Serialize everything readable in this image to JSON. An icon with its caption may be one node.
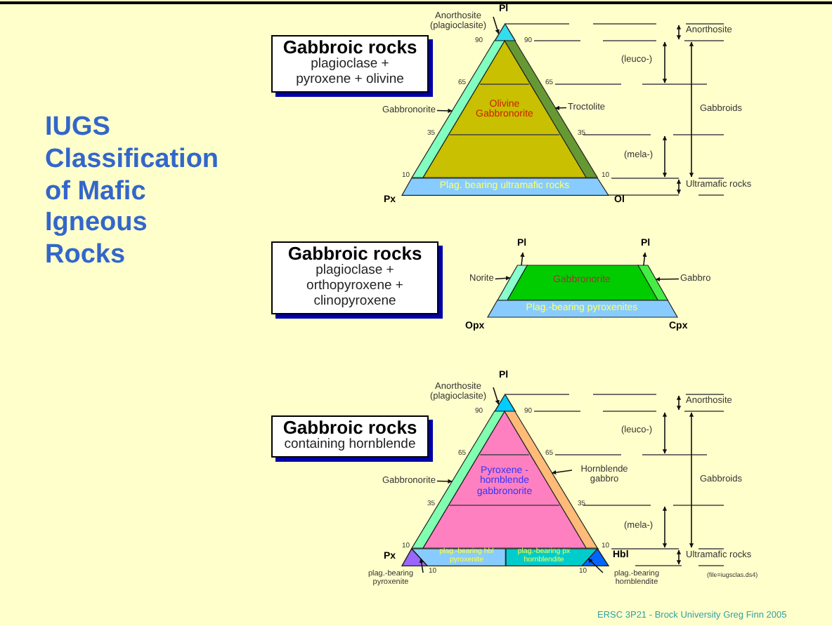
{
  "diagram": {
    "title": "IUGS Classification of Mafic Igneous Rocks",
    "nodes": [
      {
        "text": [
          "Gabbroic rocks",
          "plagioclase + pyroxene + olivine"
        ]
      },
      {
        "text": [],
        "shape": "triangle"
      },
      {
        "text": [],
        "shape": "band"
      },
      {
        "text": [
          "Olivine Gabbronorite"
        ]
      },
      {
        "text": [],
        "shape": "band"
      },
      {
        "text": [
          "Plag. bearing ultramafic rocks"
        ]
      },
      {
        "text": [
          "Anorthosite (plagioclasite)"
        ]
      },
      {
        "text": [
          "Gabbronorite"
        ]
      },
      {
        "text": [
          "Troctolite"
        ]
      },
      {
        "text": [
          "Gabbroic rocks",
          "plagioclase + orthopyroxene + clinopyroxene"
        ]
      },
      {
        "text": [],
        "shape": "band"
      },
      {
        "text": [
          "Gabbronorite"
        ]
      },
      {
        "text": [],
        "shape": "band"
      },
      {
        "text": [
          "Plag.-bearing pyroxenites"
        ]
      },
      {
        "text": [
          "Norite"
        ]
      },
      {
        "text": [
          "Gabbro"
        ]
      },
      {
        "text": [
          "Gabbroic rocks",
          "containing hornblende"
        ]
      },
      {
        "text": [],
        "shape": "triangle"
      },
      {
        "text": [],
        "shape": "band"
      },
      {
        "text": [
          "Pyroxene - hornblende gabbronorite"
        ]
      },
      {
        "text": [],
        "shape": "band"
      },
      {
        "text": [
          "plag.-bearing hbl pyroxenite"
        ]
      },
      {
        "text": [
          "plag.-bearing px hornblendite"
        ]
      },
      {
        "text": [],
        "shape": "triangle"
      },
      {
        "text": [],
        "shape": "triangle"
      },
      {
        "text": [
          "Anorthosite (plagioclasite)"
        ]
      },
      {
        "text": [
          "Gabbronorite"
        ]
      },
      {
        "text": [
          "Hornblende gabbro"
        ]
      },
      {
        "text": [
          "plag.-bearing pyroxenite"
        ]
      },
      {
        "text": [
          "plag.-bearing hornblendite"
        ]
      }
    ],
    "edges": [
      {
        "from": 6,
        "to": 1,
        "arrow": "to"
      },
      {
        "from": 7,
        "to": 2,
        "arrow": "to"
      },
      {
        "from": 8,
        "to": 4,
        "arrow": "to"
      },
      {
        "from": 14,
        "to": 10,
        "arrow": "to"
      },
      {
        "from": 15,
        "to": 12,
        "arrow": "to"
      },
      {
        "from": 25,
        "to": 17,
        "arrow": "to"
      },
      {
        "from": 26,
        "to": 18,
        "arrow": "to"
      },
      {
        "from": 27,
        "to": 20,
        "arrow": "to"
      },
      {
        "from": 28,
        "to": 23,
        "arrow": "to"
      },
      {
        "from": 29,
        "to": 24,
        "arrow": "to"
      }
    ],
    "labels": [
      "Pl",
      "90",
      "90",
      "65",
      "65",
      "35",
      "35",
      "10",
      "10",
      "Anorthosite",
      "(leuco-)",
      "Gabbroids",
      "(mela-)",
      "Ultramafic rocks",
      "Px",
      "Ol",
      "Pl",
      "Pl",
      "Opx",
      "Cpx",
      "Pl",
      "90",
      "90",
      "65",
      "65",
      "35",
      "35",
      "10",
      "10",
      "Anorthosite",
      "(leuco-)",
      "Gabbroids",
      "(mela-)",
      "Px",
      "Hbl",
      "Ultramafic rocks",
      "10",
      "10",
      "(file=iugsclas.ds4)",
      "ERSC 3P21 - Brock University Greg Finn 2005"
    ]
  }
}
